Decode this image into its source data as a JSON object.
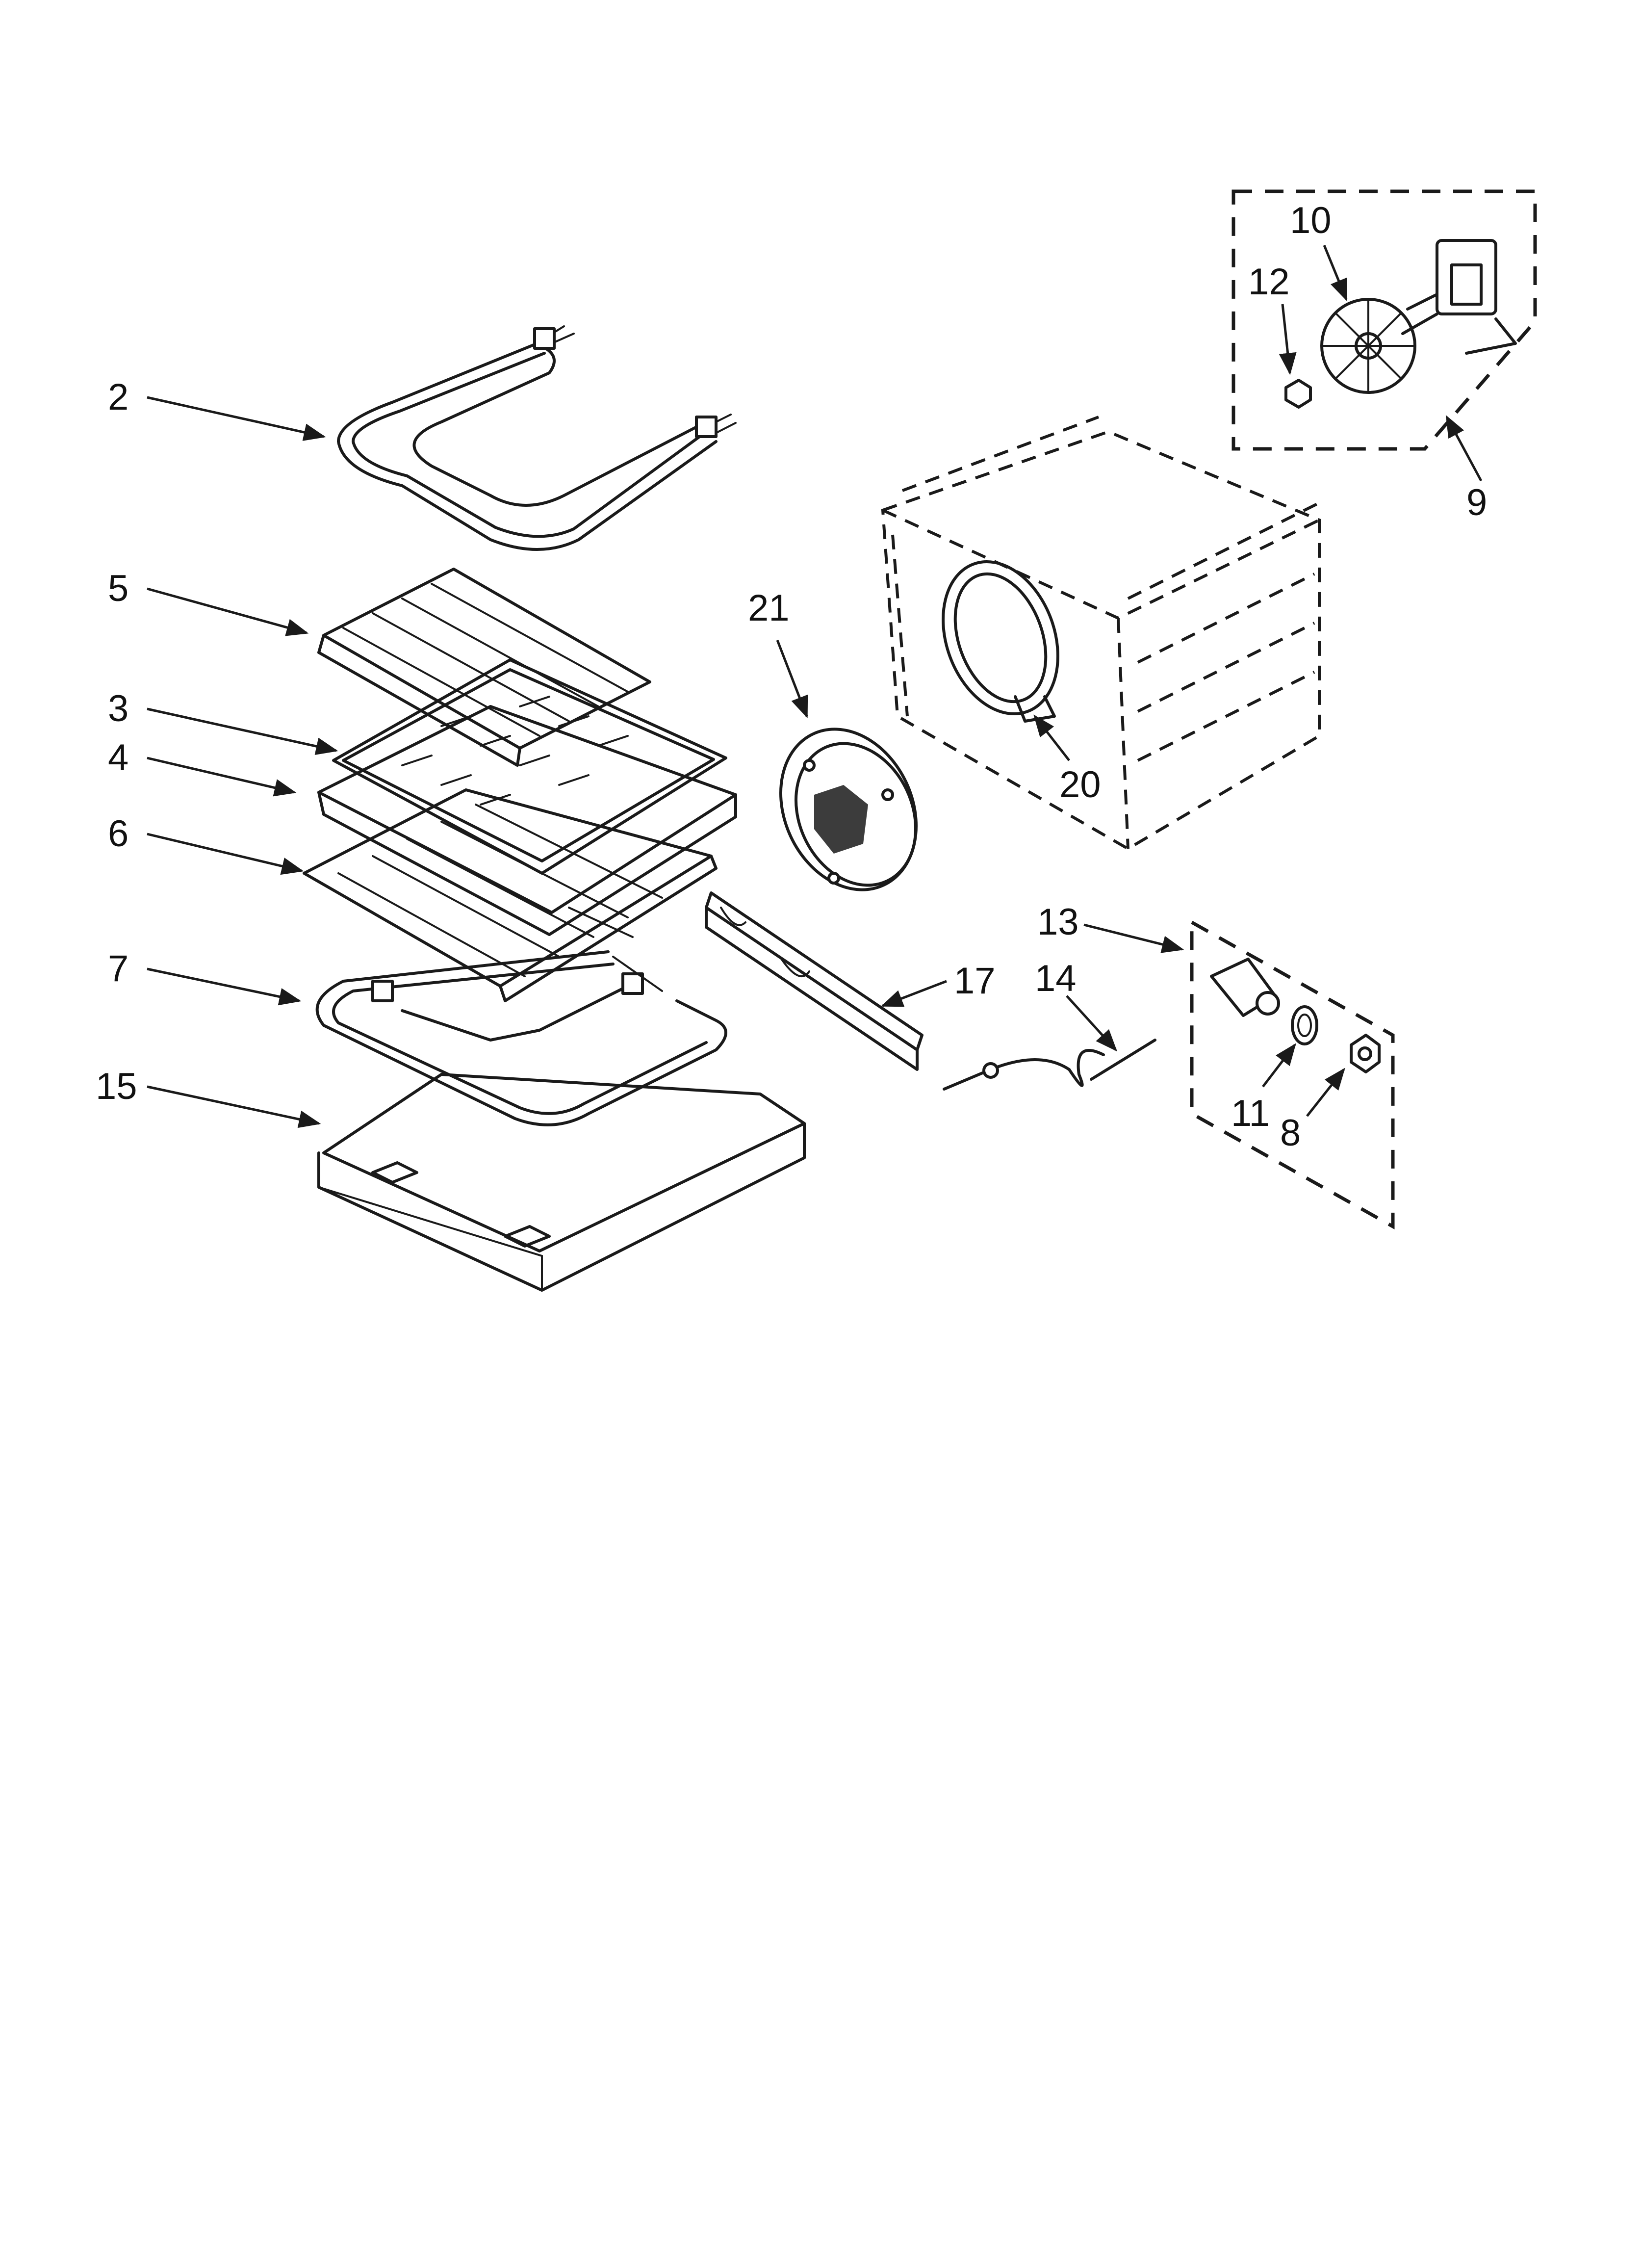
{
  "callouts": [
    {
      "id": "c2",
      "label": "2"
    },
    {
      "id": "c5",
      "label": "5"
    },
    {
      "id": "c3",
      "label": "3"
    },
    {
      "id": "c4",
      "label": "4"
    },
    {
      "id": "c6",
      "label": "6"
    },
    {
      "id": "c7",
      "label": "7"
    },
    {
      "id": "c15",
      "label": "15"
    },
    {
      "id": "c21",
      "label": "21"
    },
    {
      "id": "c17",
      "label": "17"
    },
    {
      "id": "c20",
      "label": "20"
    },
    {
      "id": "c10",
      "label": "10"
    },
    {
      "id": "c12",
      "label": "12"
    },
    {
      "id": "c9",
      "label": "9"
    },
    {
      "id": "c13",
      "label": "13"
    },
    {
      "id": "c14",
      "label": "14"
    },
    {
      "id": "c11",
      "label": "11"
    },
    {
      "id": "c8",
      "label": "8"
    }
  ],
  "colors": {
    "line": "#1a1a1a",
    "background": "#ffffff"
  }
}
